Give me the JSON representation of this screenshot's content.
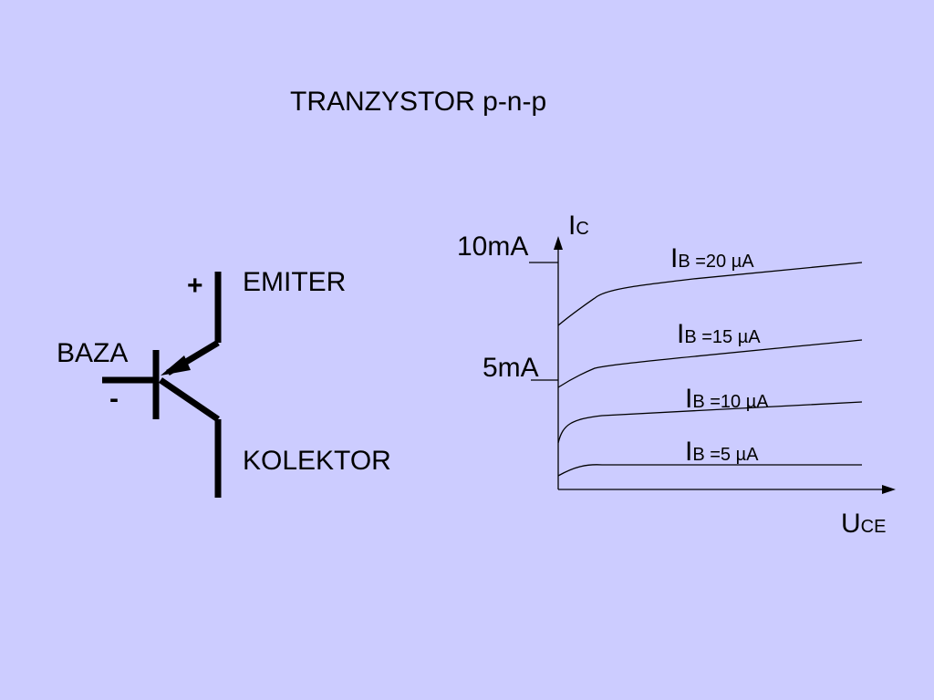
{
  "title": "TRANZYSTOR p-n-p",
  "symbol": {
    "emitter_label": "EMITER",
    "base_label": "BAZA",
    "collector_label": "KOLEKTOR",
    "plus_sign": "+",
    "minus_sign": "-"
  },
  "chart": {
    "y_axis_main": "I",
    "y_axis_sub": "C",
    "x_axis_main": "U",
    "x_axis_sub": "CE",
    "tick_high": "10mA",
    "tick_low": "5mA",
    "curves": [
      {
        "main": "I",
        "sub": "B",
        "value": " =20 µA"
      },
      {
        "main": "I",
        "sub": "B",
        "value": " =15 µA"
      },
      {
        "main": "I",
        "sub": "B",
        "value": " =10 µA"
      },
      {
        "main": "I",
        "sub": "B",
        "value": " =5 µA"
      }
    ]
  }
}
